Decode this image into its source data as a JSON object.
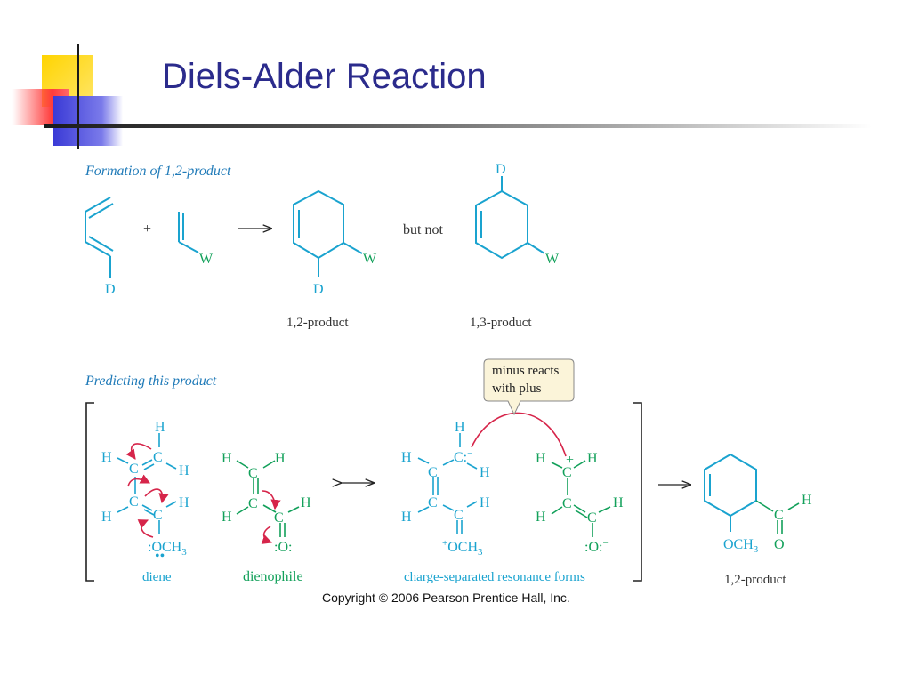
{
  "slide": {
    "title": "Diels-Alder Reaction",
    "copyright": "Copyright © 2006 Pearson Prentice Hall, Inc."
  },
  "section1": {
    "heading": "Formation of 1,2-product",
    "plus": "+",
    "but_not": "but not",
    "diene_sub": "D",
    "dienophile_sub": "W",
    "product12_label": "1,2-product",
    "product13_label": "1,3-product"
  },
  "section2": {
    "heading": "Predicting this product",
    "callout_line1": "minus reacts",
    "callout_line2": "with plus",
    "diene_label": "diene",
    "dienophile_label": "dienophile",
    "resonance_label": "charge-separated resonance forms",
    "product_label": "1,2-product",
    "atoms": {
      "H": "H",
      "C": "C",
      "O": "O",
      "OCH3": "OCH",
      "sub3": "3"
    }
  },
  "colors": {
    "title": "#2b2b8c",
    "heading": "#1f7ab8",
    "cyan": "#1aa3cf",
    "green": "#12a05a",
    "arrow_red": "#d6254a",
    "callout_bg": "#fbf4d9"
  }
}
